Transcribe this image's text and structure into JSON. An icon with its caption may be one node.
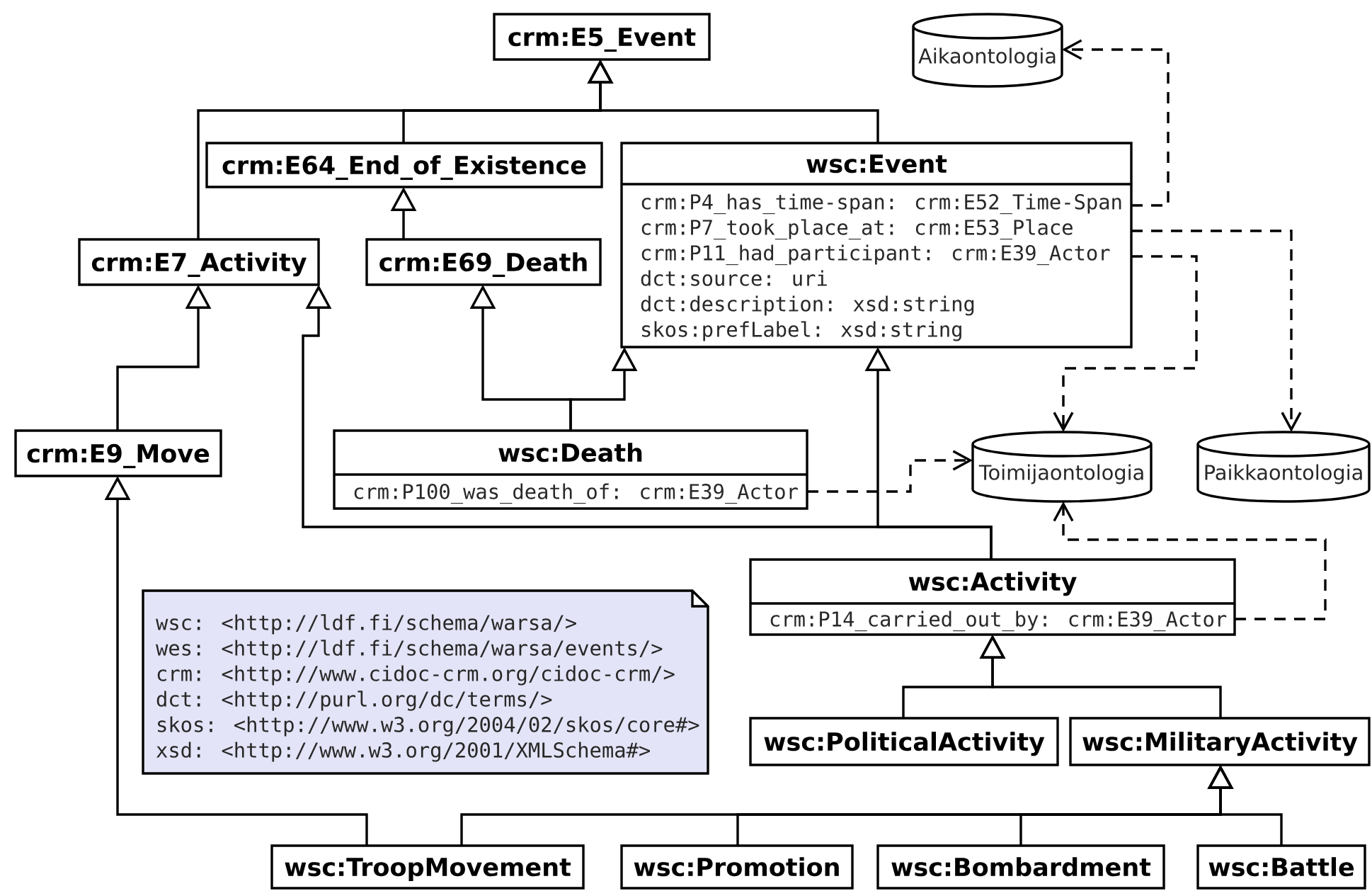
{
  "diagram": {
    "nodes": [
      {
        "text": [
          "crm:E5_Event"
        ]
      },
      {
        "text": [
          "Aikaontologia"
        ]
      },
      {
        "text": [
          "crm:E64_End_of_Existence"
        ]
      },
      {
        "text": [
          "wsc:Event",
          "crm:P4_has_time-span: crm:E52_Time-Span",
          "crm:P7_took_place_at: crm:E53_Place",
          "crm:P11_had_participant: crm:E39_Actor",
          "dct:source: uri",
          "dct:description: xsd:string",
          "skos:prefLabel: xsd:string"
        ]
      },
      {
        "text": [
          "crm:E7_Activity"
        ]
      },
      {
        "text": [
          "crm:E69_Death"
        ]
      },
      {
        "text": [
          "crm:E9_Move"
        ]
      },
      {
        "text": [
          "wsc:Death",
          "crm:P100_was_death_of: crm:E39_Actor"
        ]
      },
      {
        "text": [
          "Toimijaontologia"
        ]
      },
      {
        "text": [
          "Paikkaontologia"
        ]
      },
      {
        "text": [
          "wsc:Activity",
          "crm:P14_carried_out_by: crm:E39_Actor"
        ]
      },
      {
        "text": [
          "wsc: <http://ldf.fi/schema/warsa/>",
          "wes: <http://ldf.fi/schema/warsa/events/>",
          "crm: <http://www.cidoc-crm.org/cidoc-crm/>",
          "dct: <http://purl.org/dc/terms/>",
          "skos: <http://www.w3.org/2004/02/skos/core#>",
          "xsd: <http://www.w3.org/2001/XMLSchema#>"
        ]
      },
      {
        "text": [
          "wsc:PoliticalActivity"
        ]
      },
      {
        "text": [
          "wsc:MilitaryActivity"
        ]
      },
      {
        "text": [
          "wsc:TroopMovement"
        ]
      },
      {
        "text": [
          "wsc:Promotion"
        ]
      },
      {
        "text": [
          "wsc:Bombardment"
        ]
      },
      {
        "text": [
          "wsc:Battle"
        ]
      }
    ],
    "edges": [
      {
        "from": 2,
        "to": 0,
        "arrow": "to"
      },
      {
        "from": 3,
        "to": 0,
        "arrow": "to"
      },
      {
        "from": 4,
        "to": 0,
        "arrow": "to"
      },
      {
        "from": 5,
        "to": 2,
        "arrow": "to"
      },
      {
        "from": 7,
        "to": 5,
        "arrow": "to"
      },
      {
        "from": 7,
        "to": 3,
        "arrow": "to"
      },
      {
        "from": 10,
        "to": 4,
        "arrow": "to"
      },
      {
        "from": 10,
        "to": 3,
        "arrow": "to"
      },
      {
        "from": 6,
        "to": 4,
        "arrow": "to"
      },
      {
        "from": 14,
        "to": 6,
        "arrow": "to"
      },
      {
        "from": 14,
        "to": 13,
        "arrow": "to"
      },
      {
        "from": 15,
        "to": 13,
        "arrow": "to"
      },
      {
        "from": 16,
        "to": 13,
        "arrow": "to"
      },
      {
        "from": 17,
        "to": 13,
        "arrow": "to"
      },
      {
        "from": 12,
        "to": 10,
        "arrow": "to"
      },
      {
        "from": 13,
        "to": 10,
        "arrow": "to"
      },
      {
        "from": 3,
        "to": 1,
        "arrow": "to",
        "style": "dashed"
      },
      {
        "from": 3,
        "to": 9,
        "arrow": "to",
        "style": "dashed"
      },
      {
        "from": 3,
        "to": 8,
        "arrow": "to",
        "style": "dashed"
      },
      {
        "from": 7,
        "to": 8,
        "arrow": "to",
        "style": "dashed"
      },
      {
        "from": 10,
        "to": 8,
        "arrow": "to",
        "style": "dashed"
      }
    ]
  }
}
